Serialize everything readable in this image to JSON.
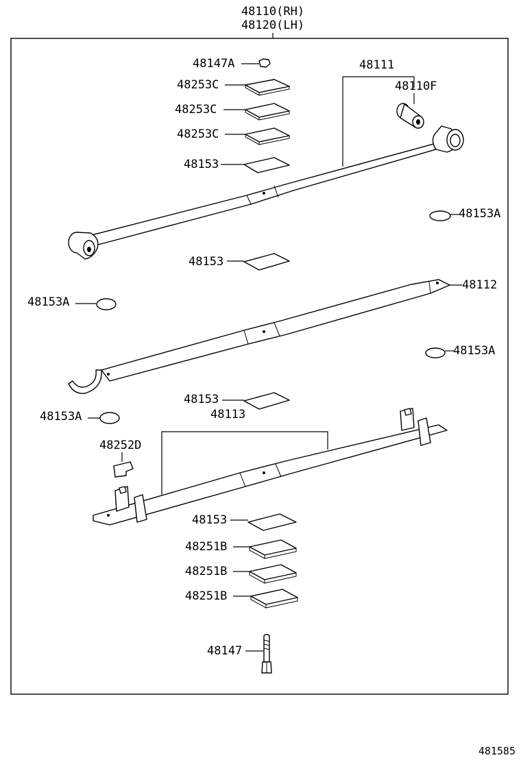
{
  "assembly": {
    "rh": "48110(RH)",
    "lh": "48120(LH)"
  },
  "labels": {
    "nut": "48147A",
    "clip_c1": "48253C",
    "clip_c2": "48253C",
    "clip_c3": "48253C",
    "insert_top": "48153",
    "leaf1": "48111",
    "bushing": "48110F",
    "pad_r1": "48153A",
    "insert_mid": "48153",
    "leaf2": "48112",
    "pad_l1": "48153A",
    "pad_r2": "48153A",
    "insert_low": "48153",
    "pad_l2": "48153A",
    "leaf3": "48113",
    "clip_d": "48252D",
    "insert_bottom": "48153",
    "clip_b1": "48251B",
    "clip_b2": "48251B",
    "clip_b3": "48251B",
    "bolt": "48147"
  },
  "diagram_code": "481585"
}
